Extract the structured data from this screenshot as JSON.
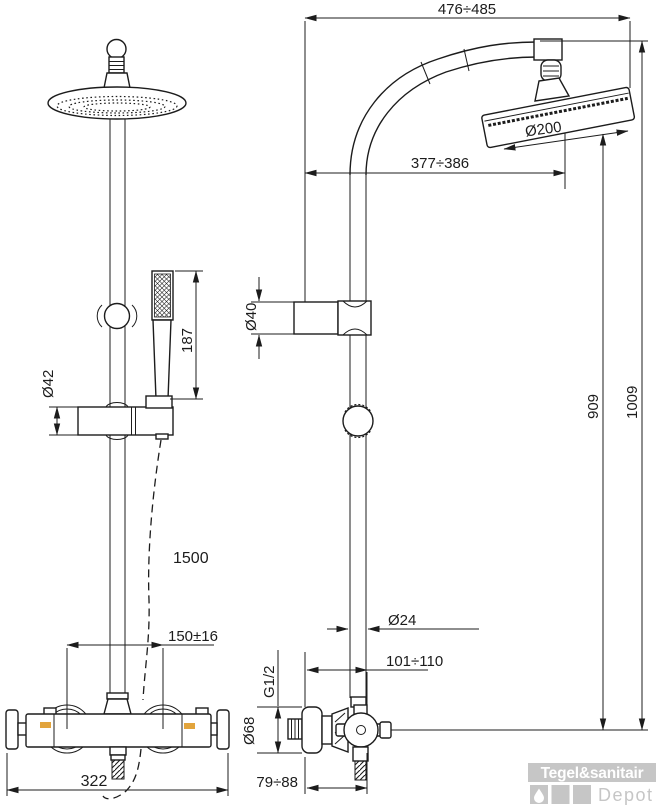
{
  "front_view": {
    "label_hand_shower_length": "187",
    "label_slider_diameter": "Ø42",
    "label_hose_length": "1500",
    "label_valve_centers": "150±16",
    "label_valve_width": "322"
  },
  "side_view": {
    "label_top_reach": "476÷485",
    "label_head_diameter": "Ø200",
    "label_head_offset": "377÷386",
    "label_holder_diameter": "Ø40",
    "label_height_to_head": "909",
    "label_total_height": "1009",
    "label_pipe_diameter": "Ø24",
    "label_wall_to_pipe": "101÷110",
    "label_inlet_thread": "G1/2",
    "label_flange_diameter": "Ø68",
    "label_wall_depth": "79÷88"
  },
  "logo": {
    "brand": "Tegel&sanitair",
    "sub_brand": "Depot",
    "bar_color": "#c6c6c6",
    "brand_text_color": "#ffffff",
    "square_color": "#c6c6c6",
    "sub_text_color": "#c6c6c6"
  },
  "colors": {
    "line": "#1c1c1c",
    "background": "#ffffff",
    "temp_marker": "#e2a43c"
  }
}
